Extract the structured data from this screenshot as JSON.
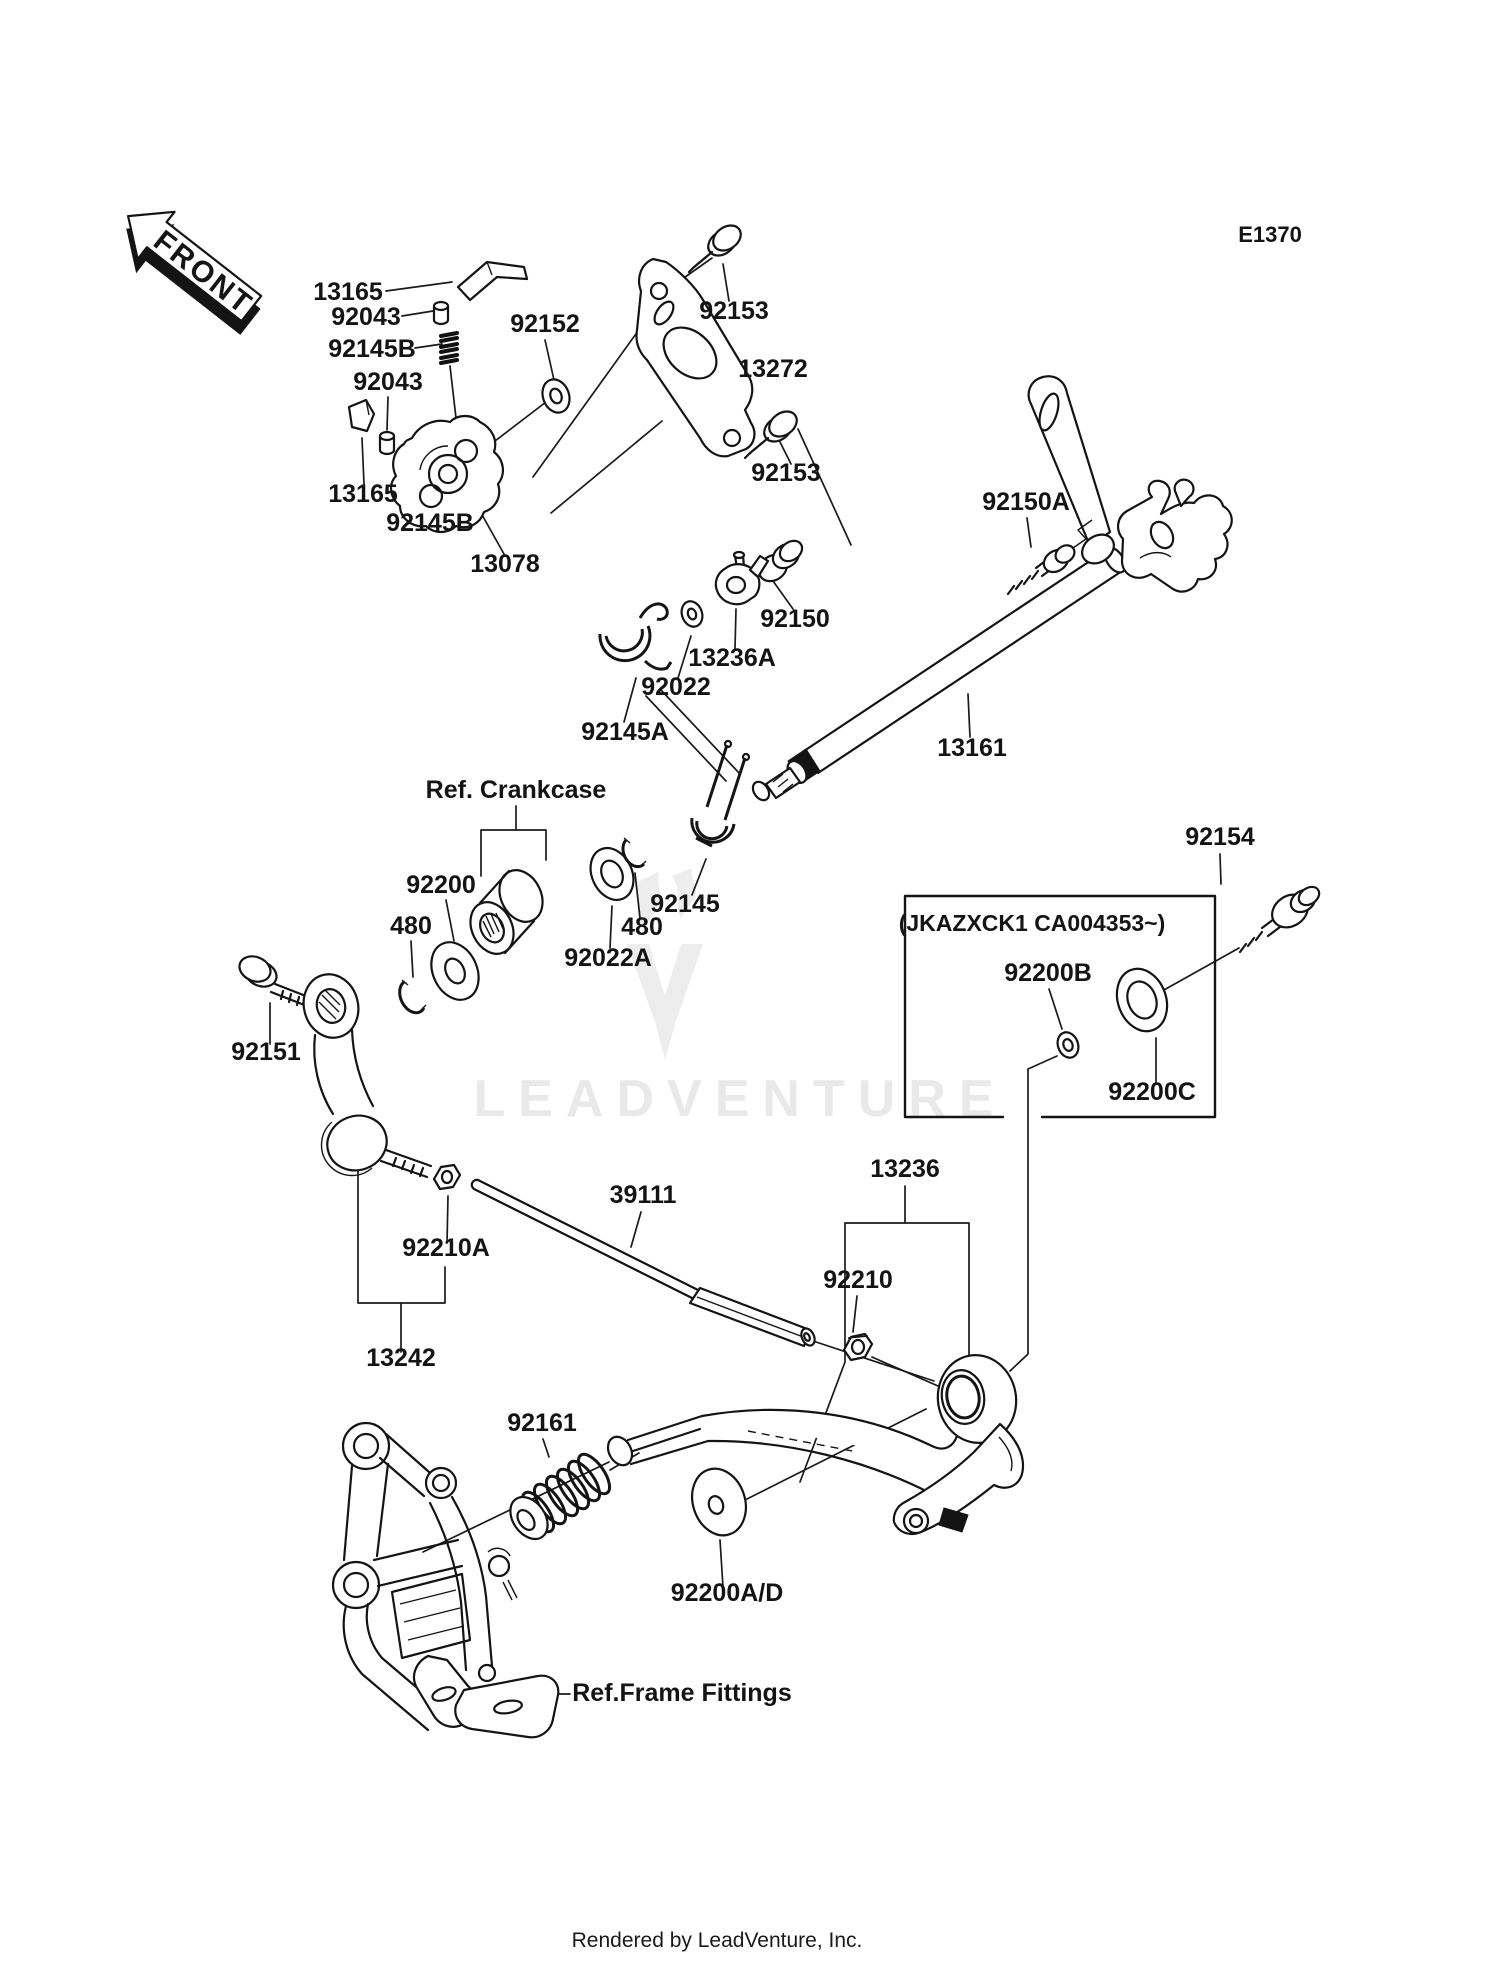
{
  "diagram": {
    "code": "E1370",
    "front_arrow": "FRONT",
    "watermark_text": "LEADVENTURE",
    "variant_note": "(JKAZXCK1  CA004353~)",
    "footer": "Rendered by LeadVenture, Inc.",
    "colors": {
      "ink": "#141414",
      "background": "#ffffff",
      "watermark": "#e9e9e9"
    },
    "ref_labels": {
      "crankcase": "Ref. Crankcase",
      "frame": "Ref.Frame Fittings"
    },
    "part_labels": [
      {
        "text": "13165"
      },
      {
        "text": "92043"
      },
      {
        "text": "92145B"
      },
      {
        "text": "92043"
      },
      {
        "text": "13165"
      },
      {
        "text": "92145B"
      },
      {
        "text": "13078"
      },
      {
        "text": "92152"
      },
      {
        "text": "92153"
      },
      {
        "text": "13272"
      },
      {
        "text": "92153"
      },
      {
        "text": "92150A"
      },
      {
        "text": "92150"
      },
      {
        "text": "13236A"
      },
      {
        "text": "92022"
      },
      {
        "text": "92145A"
      },
      {
        "text": "92200"
      },
      {
        "text": "480"
      },
      {
        "text": "92145"
      },
      {
        "text": "480"
      },
      {
        "text": "92022A"
      },
      {
        "text": "13161"
      },
      {
        "text": "92154"
      },
      {
        "text": "92200B"
      },
      {
        "text": "92200C"
      },
      {
        "text": "92151"
      },
      {
        "text": "92210A"
      },
      {
        "text": "39111"
      },
      {
        "text": "13236"
      },
      {
        "text": "92210"
      },
      {
        "text": "13242"
      },
      {
        "text": "92161"
      },
      {
        "text": "92200A/D"
      }
    ]
  }
}
